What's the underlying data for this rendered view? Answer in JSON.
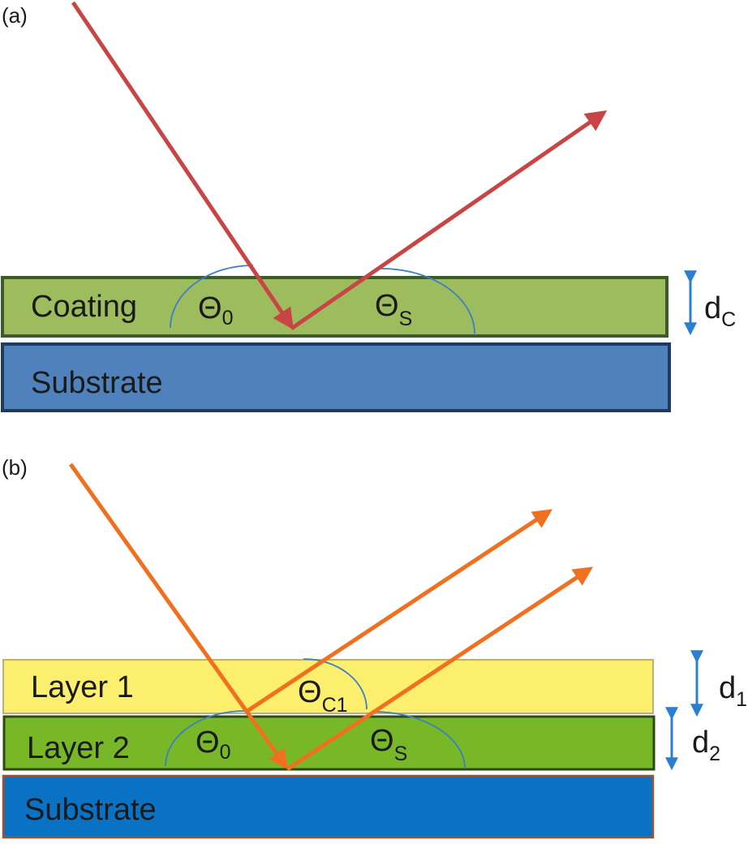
{
  "panel_a": {
    "label": "(a)",
    "coating": "Coating",
    "substrate": "Substrate",
    "theta0": "Θ",
    "theta0_sub": "0",
    "thetas": "Θ",
    "thetas_sub": "S",
    "thickness": "d",
    "thickness_sub": "C"
  },
  "panel_b": {
    "label": "(b)",
    "layer1": "Layer 1",
    "layer2": "Layer 2",
    "substrate": "Substrate",
    "thetac1": "Θ",
    "thetac1_sub": "C1",
    "theta0": "Θ",
    "theta0_sub": "0",
    "thetas": "Θ",
    "thetas_sub": "S",
    "d1": "d",
    "d1_sub": "1",
    "d2": "d",
    "d2_sub": "2"
  },
  "colors": {
    "beam_a": "#c94545",
    "beam_b": "#f07020",
    "coating": "#9dbc5e",
    "substrate_a": "#4f81bd",
    "layer1": "#fdef6e",
    "layer2": "#78b828",
    "substrate_b": "#0a72c4",
    "arc": "#3b7fc4",
    "dim_arrow": "#2a7fd0"
  }
}
